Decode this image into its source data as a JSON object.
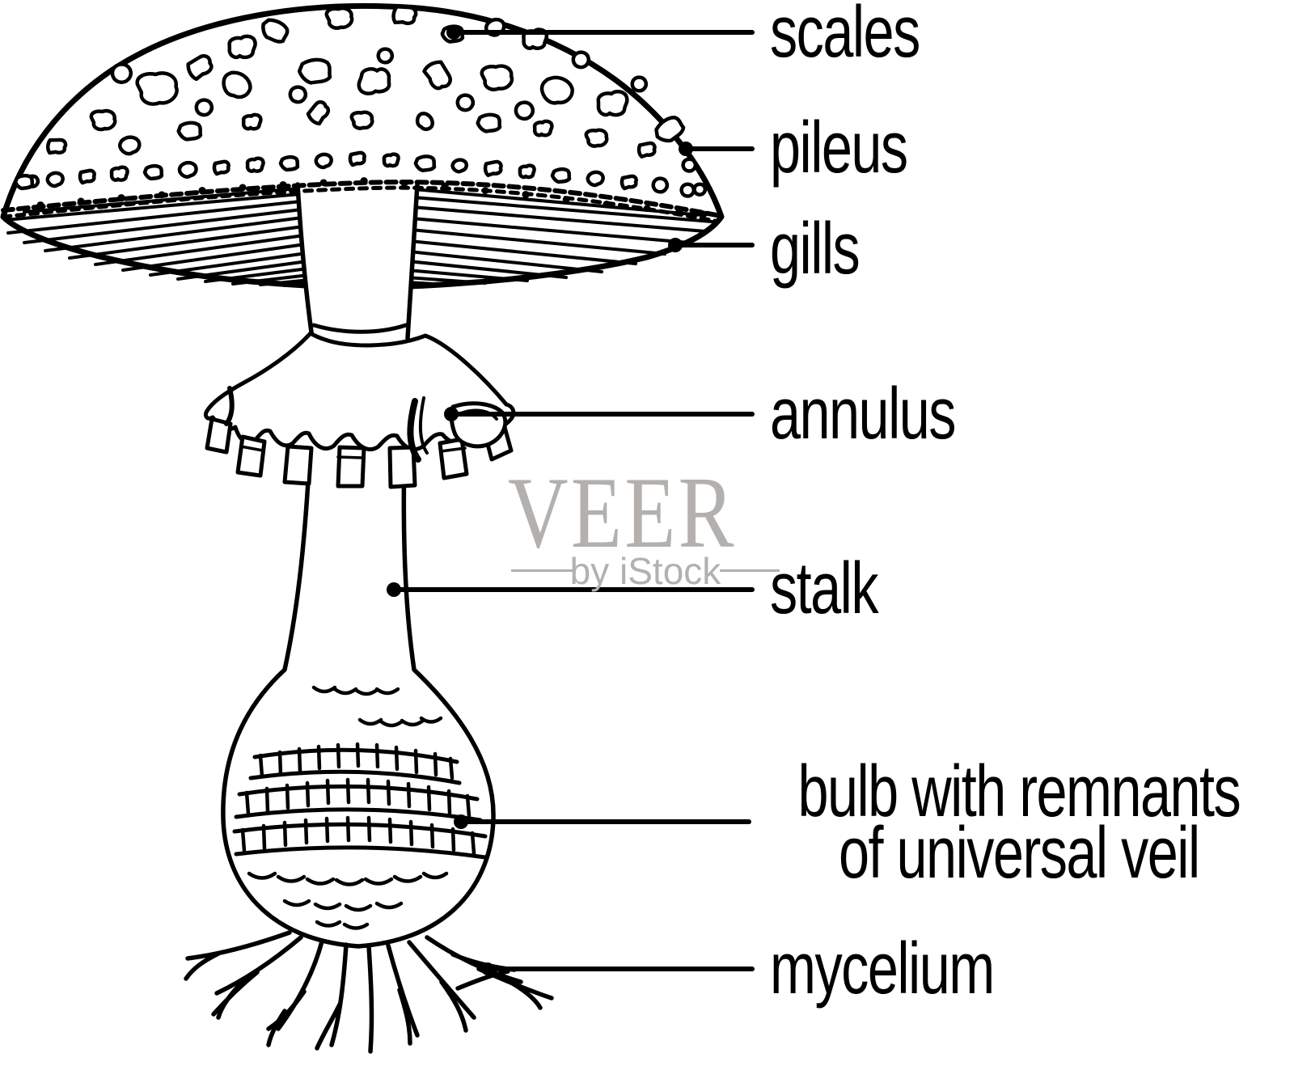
{
  "labels": {
    "scales": "scales",
    "pileus": "pileus",
    "gills": "gills",
    "annulus": "annulus",
    "stalk": "stalk",
    "bulb_line1": "bulb with remnants",
    "bulb_line2": "of universal veil",
    "mycelium": "mycelium"
  },
  "watermark": {
    "brand": "VEER",
    "byline": "by iStock"
  },
  "colors": {
    "ink": "#000000",
    "background": "#ffffff",
    "watermark_gray": "#b3b0ae"
  }
}
